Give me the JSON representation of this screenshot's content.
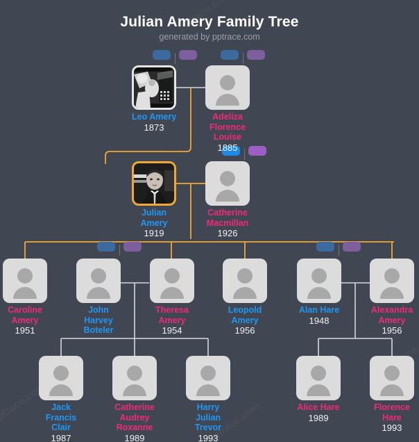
{
  "header": {
    "title": "Julian Amery Family Tree",
    "subtitle": "generated by pptrace.com"
  },
  "watermark": {
    "text": "pptrace.com"
  },
  "colors": {
    "background": "#414752",
    "male_name": "#2196f3",
    "female_name": "#ee2a7b",
    "year": "#f0f1f3",
    "bloodline_connector": "#f0a830",
    "spouse_connector": "#d5d7db",
    "focus_border": "#f0a830",
    "badge_male_muted": "#3d6a9e",
    "badge_female_muted": "#7d5f9e",
    "badge_male_bright": "#1e8ae8",
    "badge_female_bright": "#9b5fc4"
  },
  "legend_badges": [
    {
      "id": "badge-gen1-left",
      "style": "muted",
      "male_label": "male",
      "female_label": "female"
    },
    {
      "id": "badge-gen1-right",
      "style": "muted",
      "male_label": "male",
      "female_label": "female"
    },
    {
      "id": "badge-gen2",
      "style": "bright",
      "male_label": "male",
      "female_label": "female"
    },
    {
      "id": "badge-gen3-left",
      "style": "muted",
      "male_label": "male",
      "female_label": "female"
    },
    {
      "id": "badge-gen3-right",
      "style": "muted",
      "male_label": "male",
      "female_label": "female"
    }
  ],
  "people": [
    {
      "id": "leo-amery",
      "name": "Leo Amery",
      "name_lines": [
        "Leo Amery"
      ],
      "year": "1873",
      "sex": "m",
      "avatar": "photo",
      "focus": false,
      "generation": 1
    },
    {
      "id": "adeliza-florence-louise",
      "name": "Adeliza Florence Louise",
      "name_lines": [
        "Adeliza",
        "Florence",
        "Louise"
      ],
      "year": "1885",
      "sex": "f",
      "avatar": "placeholder",
      "focus": false,
      "generation": 1
    },
    {
      "id": "julian-amery",
      "name": "Julian Amery",
      "name_lines": [
        "Julian",
        "Amery"
      ],
      "year": "1919",
      "sex": "m",
      "avatar": "photo",
      "focus": true,
      "generation": 2
    },
    {
      "id": "catherine-macmillan",
      "name": "Catherine Macmillan",
      "name_lines": [
        "Catherine",
        "Macmillan"
      ],
      "year": "1926",
      "sex": "f",
      "avatar": "placeholder",
      "focus": false,
      "generation": 2
    },
    {
      "id": "caroline-amery",
      "name": "Caroline Amery",
      "name_lines": [
        "Caroline",
        "Amery"
      ],
      "year": "1951",
      "sex": "f",
      "avatar": "placeholder",
      "focus": false,
      "generation": 3
    },
    {
      "id": "john-harvey-boteler",
      "name": "John Harvey Boteler",
      "name_lines": [
        "John",
        "Harvey",
        "Boteler"
      ],
      "year": "",
      "sex": "m",
      "avatar": "placeholder",
      "focus": false,
      "generation": 3
    },
    {
      "id": "theresa-amery",
      "name": "Theresa Amery",
      "name_lines": [
        "Theresa",
        "Amery"
      ],
      "year": "1954",
      "sex": "f",
      "avatar": "placeholder",
      "focus": false,
      "generation": 3
    },
    {
      "id": "leopold-amery",
      "name": "Leopold Amery",
      "name_lines": [
        "Leopold",
        "Amery"
      ],
      "year": "1956",
      "sex": "m",
      "avatar": "placeholder",
      "focus": false,
      "generation": 3
    },
    {
      "id": "alan-hare",
      "name": "Alan Hare",
      "name_lines": [
        "Alan Hare"
      ],
      "year": "1948",
      "sex": "m",
      "avatar": "placeholder",
      "focus": false,
      "generation": 3
    },
    {
      "id": "alexandra-amery",
      "name": "Alexandra Amery",
      "name_lines": [
        "Alexandra",
        "Amery"
      ],
      "year": "1956",
      "sex": "f",
      "avatar": "placeholder",
      "focus": false,
      "generation": 3
    },
    {
      "id": "jack-francis-clair",
      "name": "Jack Francis Clair",
      "name_lines": [
        "Jack",
        "Francis",
        "Clair"
      ],
      "year": "1987",
      "sex": "m",
      "avatar": "placeholder",
      "focus": false,
      "generation": 4
    },
    {
      "id": "catherine-audrey-roxanne",
      "name": "Catherine Audrey Roxanne",
      "name_lines": [
        "Catherine",
        "Audrey",
        "Roxanne"
      ],
      "year": "1989",
      "sex": "f",
      "avatar": "placeholder",
      "focus": false,
      "generation": 4
    },
    {
      "id": "harry-julian-trevor",
      "name": "Harry Julian Trevor",
      "name_lines": [
        "Harry",
        "Julian",
        "Trevor"
      ],
      "year": "1993",
      "sex": "m",
      "avatar": "placeholder",
      "focus": false,
      "generation": 4
    },
    {
      "id": "alice-hare",
      "name": "Alice Hare",
      "name_lines": [
        "Alice Hare"
      ],
      "year": "1989",
      "sex": "f",
      "avatar": "placeholder",
      "focus": false,
      "generation": 4
    },
    {
      "id": "florence-hare",
      "name": "Florence Hare",
      "name_lines": [
        "Florence",
        "Hare"
      ],
      "year": "1993",
      "sex": "f",
      "avatar": "placeholder",
      "focus": false,
      "generation": 4
    }
  ]
}
